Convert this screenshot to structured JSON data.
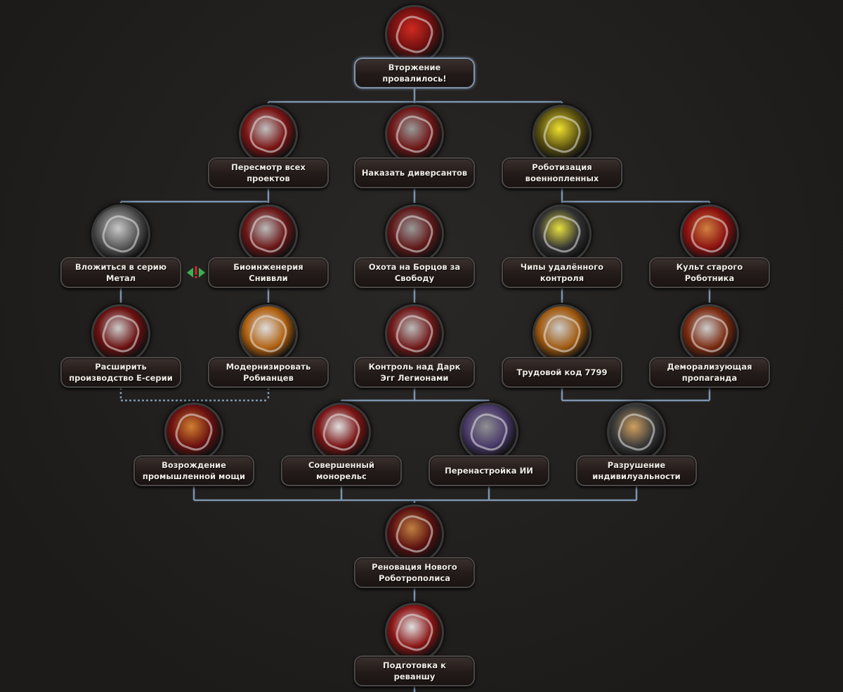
{
  "focus_tree": {
    "root": {
      "label": "Вторжение провалилось!",
      "icon": "failed-invasion-crest-icon",
      "colors": [
        "#d02a20",
        "#701010"
      ]
    },
    "row1": [
      {
        "label": "Пересмотр всех проектов",
        "icon": "eggman-emblem-icon",
        "colors": [
          "#c0c0c0",
          "#7a1414"
        ]
      },
      {
        "label": "Наказать диверсантов",
        "icon": "robot-fist-icon",
        "colors": [
          "#9a9a9a",
          "#6e1616"
        ]
      },
      {
        "label": "Роботизация военнопленных",
        "icon": "lightning-skull-icon",
        "colors": [
          "#f0e030",
          "#5a5010"
        ]
      }
    ],
    "row2": [
      {
        "label": "Вложиться в серию Метал",
        "icon": "metal-sonic-icon",
        "colors": [
          "#c8c8c8",
          "#555"
        ]
      },
      {
        "label": "Биоинженерия Сниввли",
        "icon": "bioengineering-flask-icon",
        "colors": [
          "#bbb",
          "#6a1616"
        ]
      },
      {
        "label": "Охота на Борцов за Свободу",
        "icon": "freedom-fighters-hunt-icon",
        "colors": [
          "#9a9a9a",
          "#601818"
        ]
      },
      {
        "label": "Чипы удалённого контроля",
        "icon": "control-chip-icon",
        "colors": [
          "#e8e040",
          "#333"
        ]
      },
      {
        "label": "Культ старого Роботника",
        "icon": "robotnik-cult-icon",
        "colors": [
          "#d08040",
          "#8a1010"
        ]
      }
    ],
    "row3": [
      {
        "label": "Расширить производство Е-серии",
        "icon": "e-series-robot-icon",
        "colors": [
          "#ccc",
          "#6a1010"
        ]
      },
      {
        "label": "Модернизировать Робианцев",
        "icon": "robian-gear-icon",
        "colors": [
          "#ddd",
          "#b06010"
        ]
      },
      {
        "label": "Контроль над Дарк Эгг Легионами",
        "icon": "dark-egg-legion-icon",
        "colors": [
          "#bbb",
          "#701818"
        ]
      },
      {
        "label": "Трудовой код 7799",
        "icon": "labor-code-gear-icon",
        "colors": [
          "#ccc",
          "#a05a10"
        ]
      },
      {
        "label": "Деморализующая пропаганда",
        "icon": "propaganda-robot-icon",
        "colors": [
          "#ccc",
          "#7a2a10"
        ]
      }
    ],
    "row4": [
      {
        "label": "Возрождение промышленной мощи",
        "icon": "industrial-might-icon",
        "colors": [
          "#d08030",
          "#6a1010"
        ]
      },
      {
        "label": "Совершенный монорельс",
        "icon": "monorail-chevron-icon",
        "colors": [
          "#e0e0e0",
          "#7a1414"
        ]
      },
      {
        "label": "Перенастройка ИИ",
        "icon": "brain-wrench-icon",
        "colors": [
          "#909090",
          "#4a3a6a"
        ]
      },
      {
        "label": "Разрушение индивилуальности",
        "icon": "chained-helmet-icon",
        "colors": [
          "#d0a060",
          "#3a3a3a"
        ]
      }
    ],
    "row5": {
      "label": "Реновация Нового Роботрополиса",
      "icon": "robotropolis-heart-icon",
      "colors": [
        "#c08040",
        "#5a1010"
      ]
    },
    "row6": {
      "label": "Подготовка к реваншу",
      "icon": "revenge-flag-icon",
      "colors": [
        "#e0e0e0",
        "#8a1414"
      ]
    }
  },
  "colors": {
    "connector": "#7d95b0",
    "label_text": "#f1ece6",
    "mutex_green": "#3fae52",
    "mutex_red": "#d0262a"
  }
}
